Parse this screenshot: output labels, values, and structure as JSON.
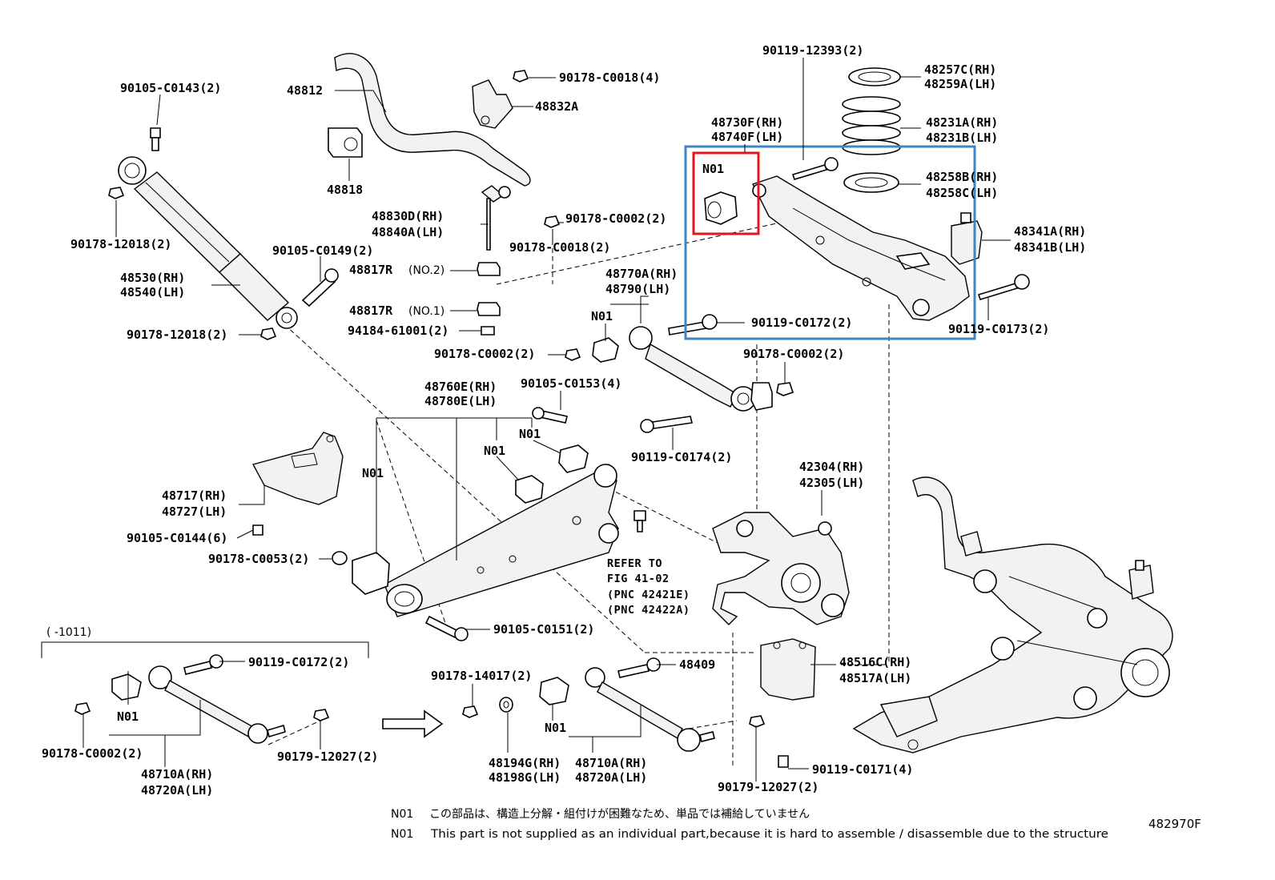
{
  "labels": {
    "l_90105_C0143": "90105-C0143(2)",
    "l_48812": "48812",
    "l_90178_C0018_4": "90178-C0018(4)",
    "l_48832A": "48832A",
    "l_90119_12393": "90119-12393(2)",
    "l_48257C": "48257C(RH)",
    "l_48259A": "48259A(LH)",
    "l_48730F": "48730F(RH)",
    "l_48740F": "48740F(LH)",
    "l_48231A": "48231A(RH)",
    "l_48231B": "48231B(LH)",
    "l_N01_box": "N01",
    "l_48258B": "48258B(RH)",
    "l_48258C": "48258C(LH)",
    "l_48818": "48818",
    "l_48830D": "48830D(RH)",
    "l_48840A": "48840A(LH)",
    "l_90178_C0002_a": "90178-C0002(2)",
    "l_48341A": "48341A(RH)",
    "l_48341B": "48341B(LH)",
    "l_90178_12018_a": "90178-12018(2)",
    "l_90178_C0018_2": "90178-C0018(2)",
    "l_90105_C0149": "90105-C0149(2)",
    "l_48817R_2": "48817R",
    "l_48817R_2_note": "(NO.2)",
    "l_48530": "48530(RH)",
    "l_48540": "48540(LH)",
    "l_48770A": "48770A(RH)",
    "l_48790": "48790(LH)",
    "l_48817R_1": "48817R",
    "l_48817R_1_note": "(NO.1)",
    "l_N01_a": "N01",
    "l_90119_C0172_a": "90119-C0172(2)",
    "l_90119_C0173": "90119-C0173(2)",
    "l_94184_61001": "94184-61001(2)",
    "l_90178_12018_b": "90178-12018(2)",
    "l_90178_C0002_b": "90178-C0002(2)",
    "l_90178_C0002_c": "90178-C0002(2)",
    "l_48760E": "48760E(RH)",
    "l_48780E": "48780E(LH)",
    "l_90105_C0153": "90105-C0153(4)",
    "l_N01_b": "N01",
    "l_N01_c": "N01",
    "l_N01_d": "N01",
    "l_90119_C0174": "90119-C0174(2)",
    "l_42304": "42304(RH)",
    "l_42305": "42305(LH)",
    "l_48717": "48717(RH)",
    "l_48727": "48727(LH)",
    "l_90105_C0144": "90105-C0144(6)",
    "l_90178_C0053": "90178-C0053(2)",
    "l_refer1": "REFER TO",
    "l_refer2": "FIG 41-02",
    "l_refer3": "(PNC 42421E)",
    "l_refer4": "(PNC 42422A)",
    "l_90105_C0151": "90105-C0151(2)",
    "l_1011": "(    -1011)",
    "l_90119_C0172_b": "90119-C0172(2)",
    "l_N01_e": "N01",
    "l_90178_C0002_d": "90178-C0002(2)",
    "l_90179_12027_a": "90179-12027(2)",
    "l_48710A_a": "48710A(RH)",
    "l_48720A_a": "48720A(LH)",
    "l_90178_14017": "90178-14017(2)",
    "l_48409": "48409",
    "l_48516C": "48516C(RH)",
    "l_48517A": "48517A(LH)",
    "l_N01_f": "N01",
    "l_48194G": "48194G(RH)",
    "l_48198G": "48198G(LH)",
    "l_48710A_b": "48710A(RH)",
    "l_48720A_b": "48720A(LH)",
    "l_90119_C0171": "90119-C0171(4)",
    "l_90179_12027_b": "90179-12027(2)",
    "note_jp_code": "N01",
    "note_jp_text": "この部品は、構造上分解・組付けが困難なため、単品では補給していません",
    "note_en_code": "N01",
    "note_en_text": "This part is not supplied as an individual part,because it is hard to assemble / disassemble due to the structure",
    "diagram_id": "482970F"
  },
  "highlight_colors": {
    "red_box": "#e8141c",
    "blue_box": "#3b86c8"
  }
}
